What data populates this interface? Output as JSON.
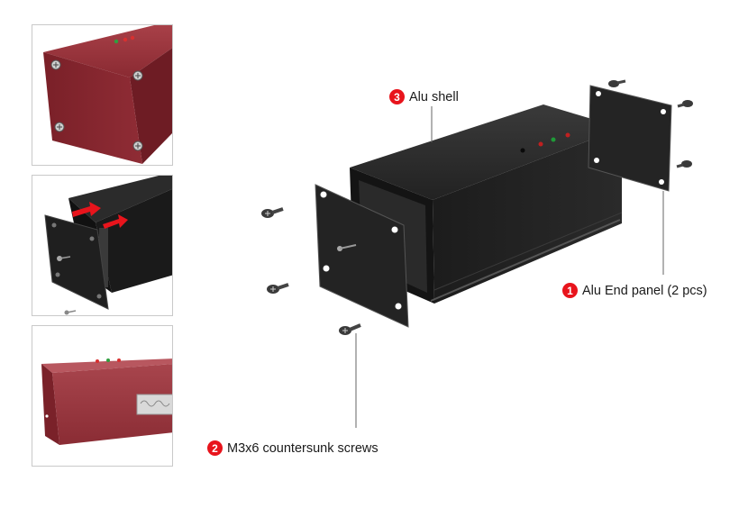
{
  "callouts": [
    {
      "number": "3",
      "label": "Alu shell"
    },
    {
      "number": "1",
      "label": "Alu End panel (2 pcs)"
    },
    {
      "number": "2",
      "label": "M3x6 countersunk screws"
    }
  ],
  "colors": {
    "badge": "#e8141c",
    "enclosure_red": "#8e2a33",
    "enclosure_black": "#1e1e1e",
    "arrow_red": "#e8141c"
  }
}
